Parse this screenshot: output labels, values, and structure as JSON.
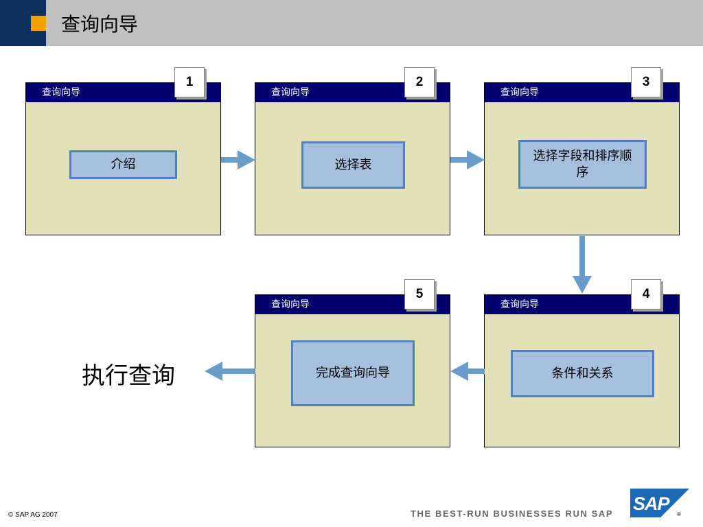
{
  "header": {
    "title": "查询向导"
  },
  "window_title": "查询向导",
  "steps": [
    {
      "number": "1",
      "label": "介绍"
    },
    {
      "number": "2",
      "label": "选择表"
    },
    {
      "number": "3",
      "label": "选择字段和排序顺序"
    },
    {
      "number": "4",
      "label": "条件和关系"
    },
    {
      "number": "5",
      "label": "完成查询向导"
    }
  ],
  "execute_label": "执行查询",
  "footer": {
    "copyright": "©  SAP AG 2007",
    "tagline": "THE BEST-RUN BUSINESSES RUN SAP",
    "logo_text": "SAP"
  },
  "colors": {
    "header_gray": "#c0c0c0",
    "header_navy": "#0e2e5e",
    "accent_orange": "#f0a000",
    "window_bg": "#e3e1b9",
    "window_title_bg": "#01006e",
    "step_box_fill": "#a5bfdd",
    "step_box_border": "#4e81bd",
    "arrow": "#6a9ccb",
    "sap_blue": "#1d6ab4"
  }
}
